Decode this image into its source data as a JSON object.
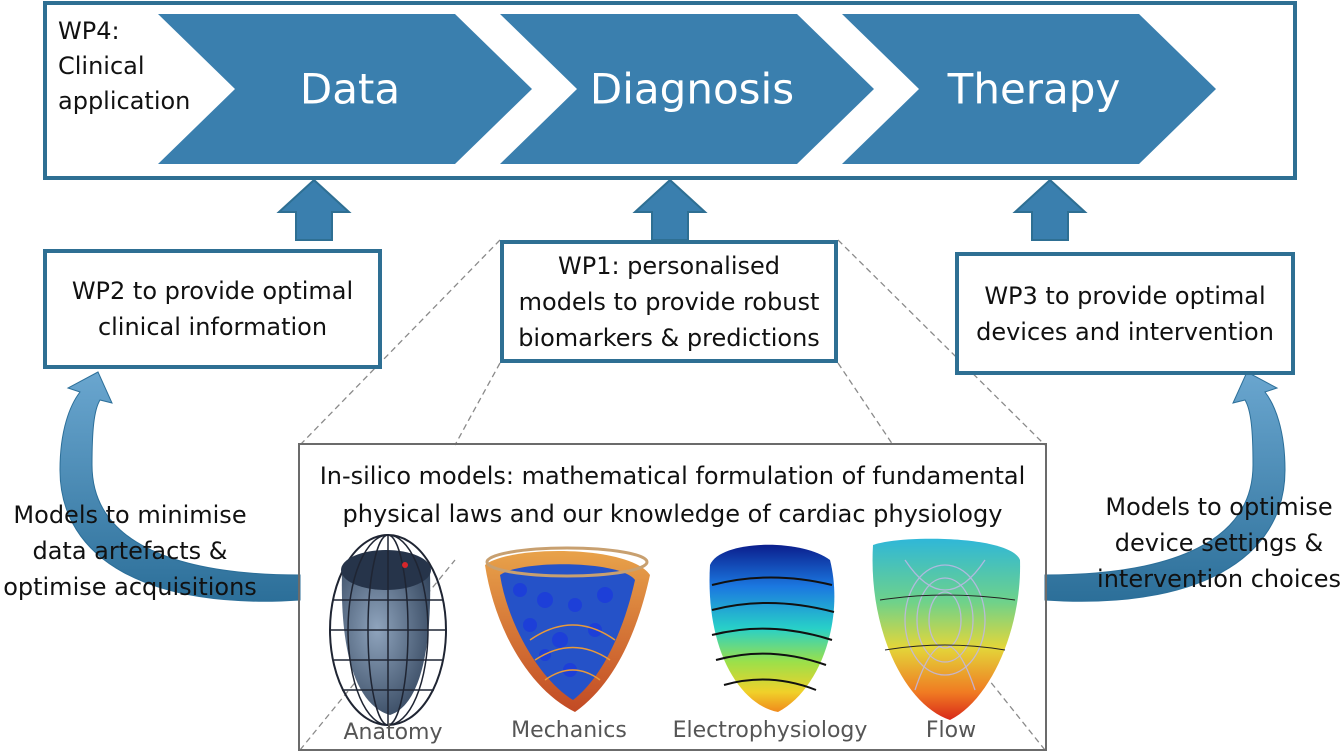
{
  "wp4": {
    "label_line1": "WP4:",
    "label_line2": "Clinical",
    "label_line3": "application"
  },
  "stages": [
    "Data",
    "Diagnosis",
    "Therapy"
  ],
  "wp2": {
    "line1": "WP2 to provide optimal",
    "line2": "clinical information"
  },
  "wp1": {
    "line1": "WP1: personalised",
    "line2": "models to provide robust",
    "line3": "biomarkers & predictions"
  },
  "wp3": {
    "line1": "WP3 to provide optimal",
    "line2": "devices and intervention"
  },
  "left_loop": {
    "line1": "Models to minimise",
    "line2": "data artefacts &",
    "line3": "optimise acquisitions"
  },
  "right_loop": {
    "line1": "Models to optimise",
    "line2": "device settings  &",
    "line3": "intervention choices"
  },
  "insilico": {
    "line1": "In-silico models: mathematical formulation of fundamental",
    "line2": "physical laws and our knowledge of cardiac physiology",
    "models": [
      "Anatomy",
      "Mechanics",
      "Electrophysiology",
      "Flow"
    ]
  },
  "colors": {
    "accent": "#3a7fae",
    "border": "#2e6f93",
    "frame": "#6b6b6b"
  }
}
